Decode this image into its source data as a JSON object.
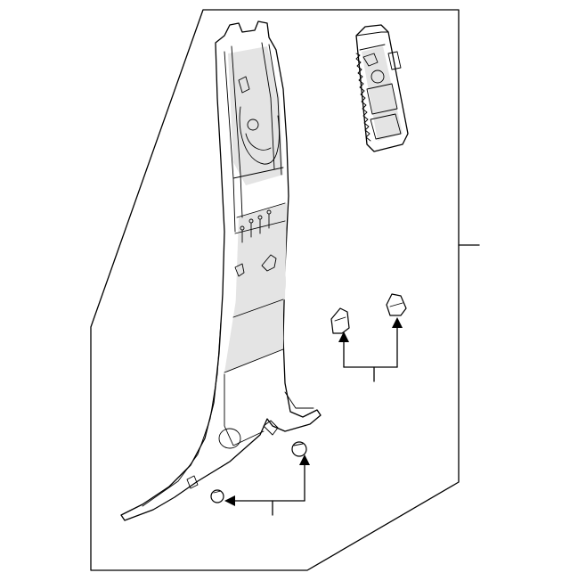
{
  "diagram": {
    "kind": "exploded parts illustration",
    "parts": [
      {
        "id": "pillar-trim-panel"
      },
      {
        "id": "seat-belt-adjuster"
      },
      {
        "id": "upper-retaining-clips"
      },
      {
        "id": "lower-retaining-clips"
      }
    ],
    "callout_labels": []
  },
  "colors": {
    "line": "#000000",
    "background": "#ffffff",
    "shading": "#e4e4e4"
  }
}
